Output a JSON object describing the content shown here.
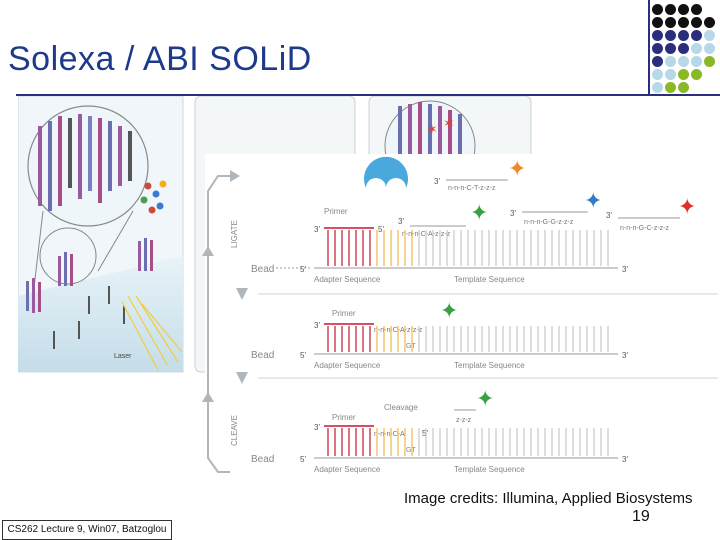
{
  "slide": {
    "title": "Solexa / ABI SOLiD",
    "credit": "Image credits: Illumina, Applied Biosystems",
    "page_number": "19",
    "footer": "CS262 Lecture 9, Win07, Batzoglou"
  },
  "colors": {
    "title": "#1e3a8a",
    "rule": "#2a2e7c",
    "dot_black": "#111111",
    "dot_navy": "#2a2e7c",
    "dot_lightblue": "#b6d8e8",
    "dot_green": "#8ab827"
  },
  "figure": {
    "laser_label": "Laser",
    "ligate_label": "LIGATE",
    "cleave_label": "CLEAVE",
    "ligase_label": "Ligase",
    "primer_label": "Primer",
    "bead_label": "Bead",
    "adapter_label": "Adapter Sequence",
    "template_label": "Template Sequence",
    "cleavage_label": "Cleavage",
    "three_prime": "3'",
    "five_prime": "5'",
    "gt_label": "GT",
    "probe_ct": "n-n-n-C-T-z-z-z",
    "probe_gg": "n-n-n-G-G-z-z-z",
    "probe_gc": "n-n-n-G-C-z-z-z",
    "probe_ca": "n-n-n-C-A-z-z-z",
    "probe_ca_short": "n-n-n-C-A",
    "cleaved_zzz": "z-z-z"
  }
}
